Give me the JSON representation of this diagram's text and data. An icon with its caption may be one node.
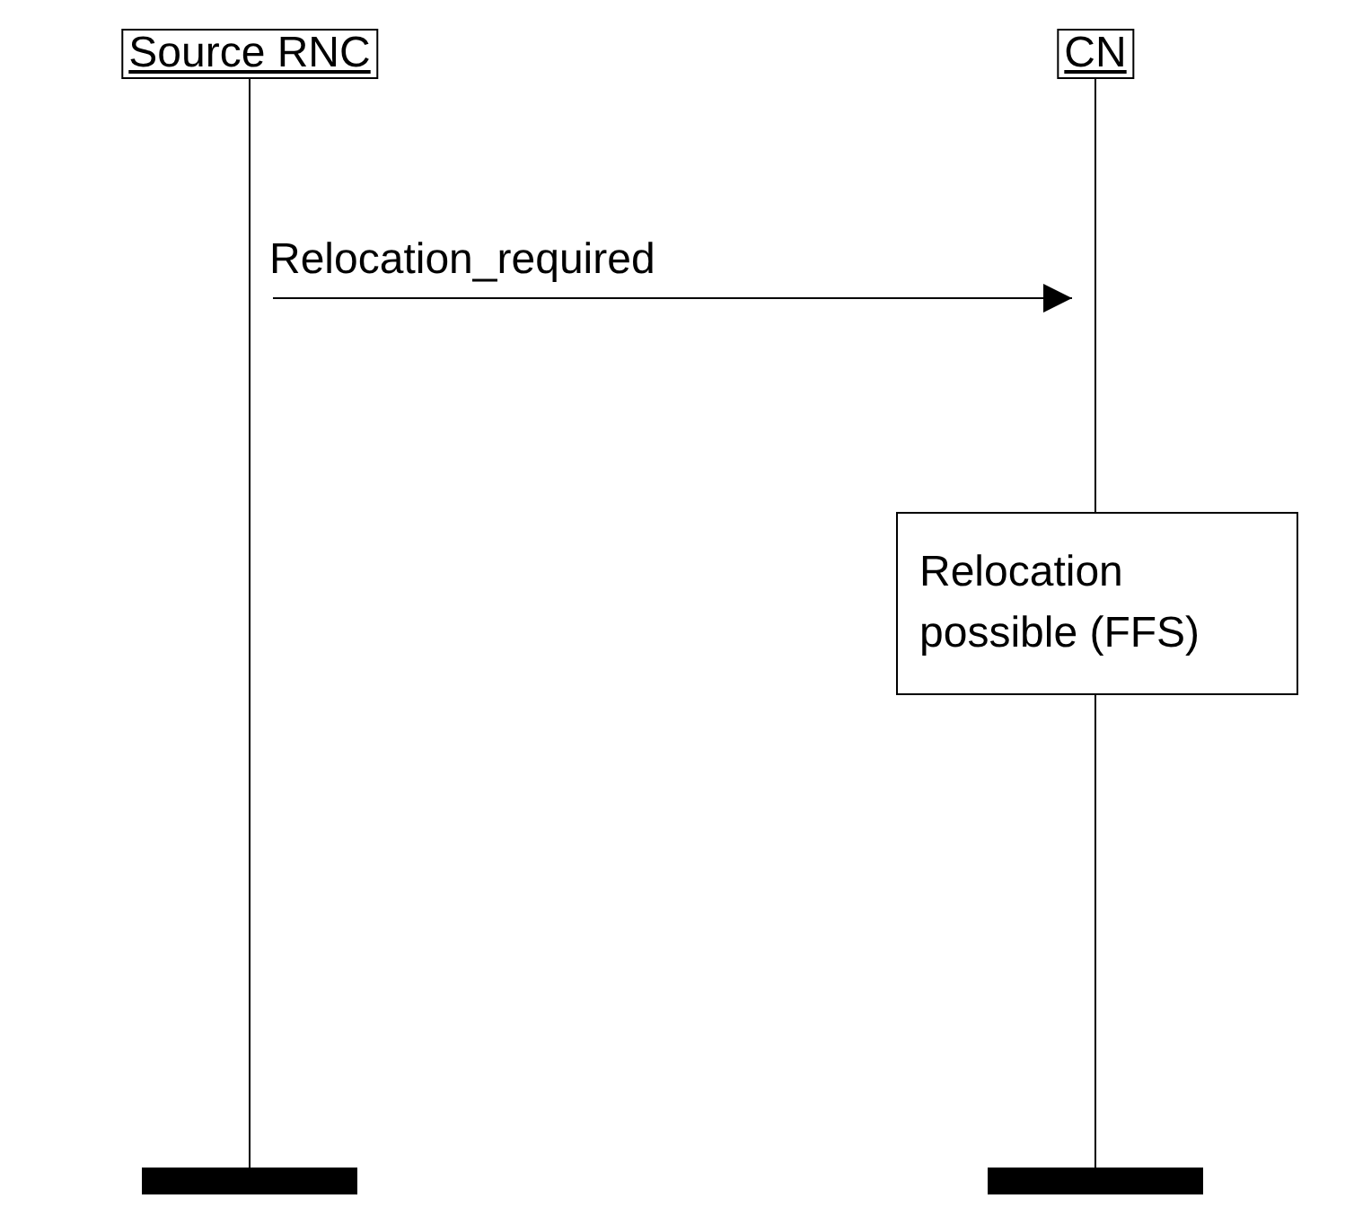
{
  "diagram": {
    "nodes": [
      {
        "text": [
          "Source RNC"
        ]
      },
      {
        "text": [
          "CN"
        ]
      },
      {
        "text": [
          "Relocation possible (FFS)"
        ]
      }
    ],
    "edges": [
      {
        "from": 0,
        "to": 1,
        "arrow": "to",
        "label": "Relocation_required"
      }
    ]
  }
}
